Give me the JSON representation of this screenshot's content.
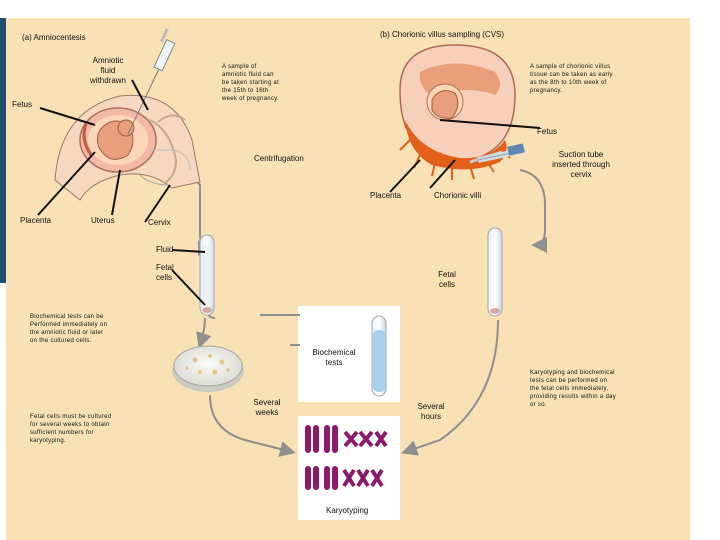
{
  "panels": {
    "amnio_title": "(a) Amniocentesis",
    "cvs_title": "(b) Chorionic villus sampling (CVS)"
  },
  "labels": {
    "amniotic_fluid_withdrawn": [
      "Amniotic",
      "fluid",
      "withdrawn"
    ],
    "fetus_left": "Fetus",
    "fetus_right": "Fetus",
    "centrifugation": "Centrifugation",
    "suction_tube": [
      "Suction tube",
      "inserted through",
      "cervix"
    ],
    "placenta_right": "Placenta",
    "chorionic_villi": "Chorionic villi",
    "placenta_left": "Placenta",
    "uterus": "Uterus",
    "cervix": "Cervix",
    "fluid": "Fluid",
    "fetal_cells_left": [
      "Fetal",
      "cells"
    ],
    "fetal_cells_right": [
      "Fetal",
      "cells"
    ],
    "biochemical_tests": [
      "Biochemical",
      "tests"
    ],
    "several_weeks": [
      "Several",
      "weeks"
    ],
    "several_hours": [
      "Several",
      "hours"
    ],
    "karyotyping": "Karyotyping"
  },
  "notes": {
    "amnio_sample": [
      "A sample of",
      "amniotic fluid can",
      "be taken starting at",
      "the 15th to 16th",
      "week of pregnancy."
    ],
    "cvs_sample": [
      "A sample of chorionic villus",
      "tissue can be taken as early",
      "as the 8th to 10th week of",
      "pregnancy."
    ],
    "biochem_note": [
      "Biochemical tests can be",
      "Performed immediately on",
      "the amniotic fluid or later",
      "on the cultured cells."
    ],
    "culture_note": [
      "Fetal cells must be cultured",
      "for several weeks to obtain",
      "sufficient numbers for",
      "karyotyping."
    ],
    "karyo_note": [
      "Karyotyping and biochemical",
      "tests can be performed on",
      "the fetal cells immediately,",
      "providing results within a day",
      "or so."
    ]
  },
  "colors": {
    "panel_bg": "#f8e1b4",
    "arrow": "#8f8f8f",
    "chromosome": "#8b1a6b",
    "villi": "#e2601a",
    "fetus": "#e9a07a"
  }
}
